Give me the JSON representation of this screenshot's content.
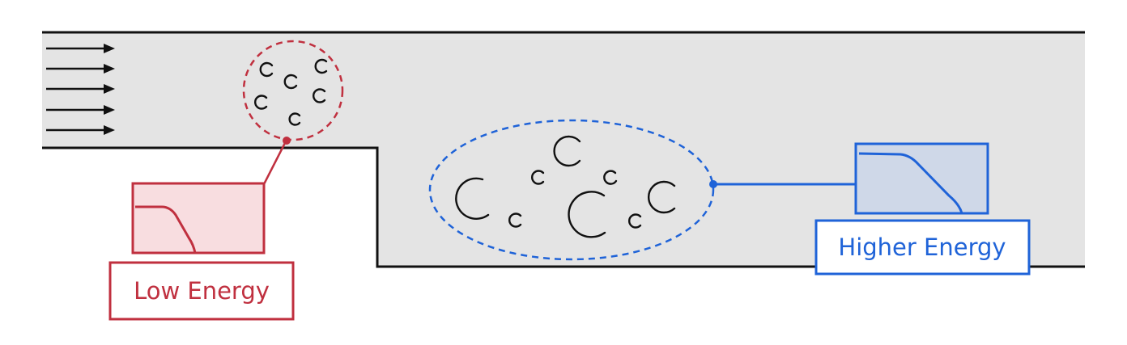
{
  "labels": {
    "low": "Low Energy",
    "high": "Higher Energy"
  },
  "colors": {
    "channel_fill": "#e4e4e4",
    "wall": "#111111",
    "low": "#c0303f",
    "low_fill": "#f8dde0",
    "high": "#1f63d8",
    "high_fill": "#cfd8e8",
    "bubble": "#111111"
  },
  "icons": {
    "flow": "flow-arrow-icon",
    "bubble": "bubble-icon",
    "spectrum": "energy-spectrum-curve"
  }
}
